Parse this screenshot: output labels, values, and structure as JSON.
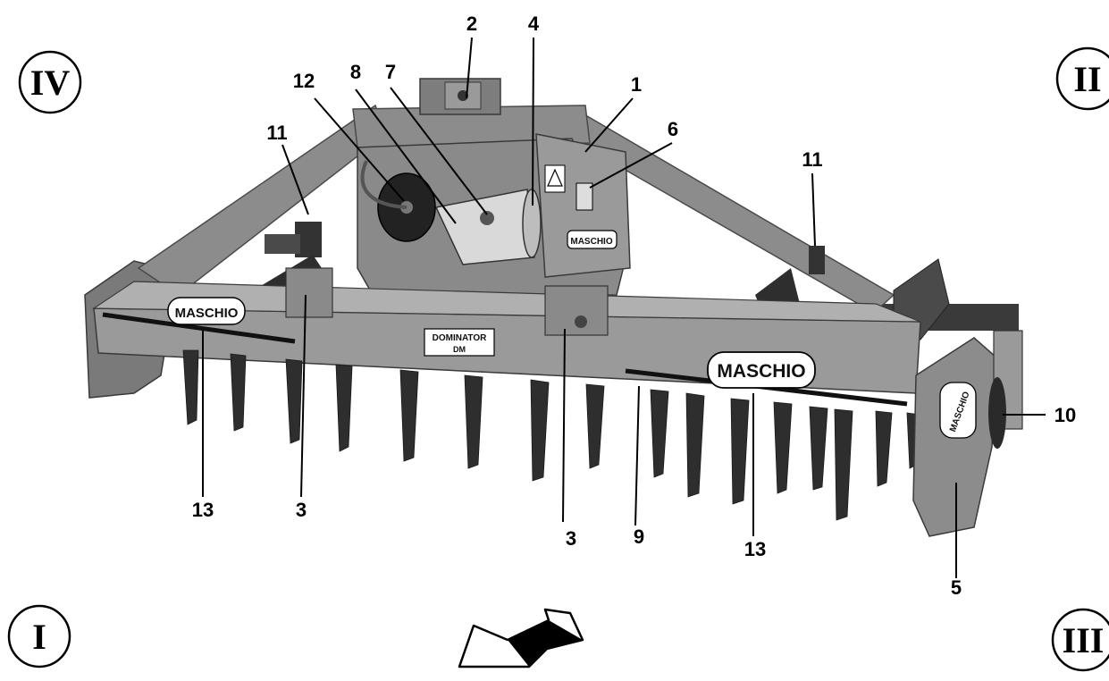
{
  "quadrants": {
    "top_left": "IV",
    "top_right": "II",
    "bottom_left": "I",
    "bottom_right": "III"
  },
  "brand": {
    "logo_left": "MASCHIO",
    "logo_right": "MASCHIO",
    "logo_side": "MASCHIO",
    "logo_gearbox": "MASCHIO",
    "model_name": "DOMINATOR",
    "model_code": "DM"
  },
  "callouts": {
    "c1": "1",
    "c2": "2",
    "c3a": "3",
    "c3b": "3",
    "c4": "4",
    "c5": "5",
    "c6": "6",
    "c7": "7",
    "c8": "8",
    "c9": "9",
    "c10": "10",
    "c11a": "11",
    "c11b": "11",
    "c12": "12",
    "c13a": "13",
    "c13b": "13"
  },
  "colors": {
    "machine_body": "#8c8c8c",
    "machine_dark": "#555555",
    "tines": "#2e2e2e",
    "roller": "#3a3a3a"
  }
}
